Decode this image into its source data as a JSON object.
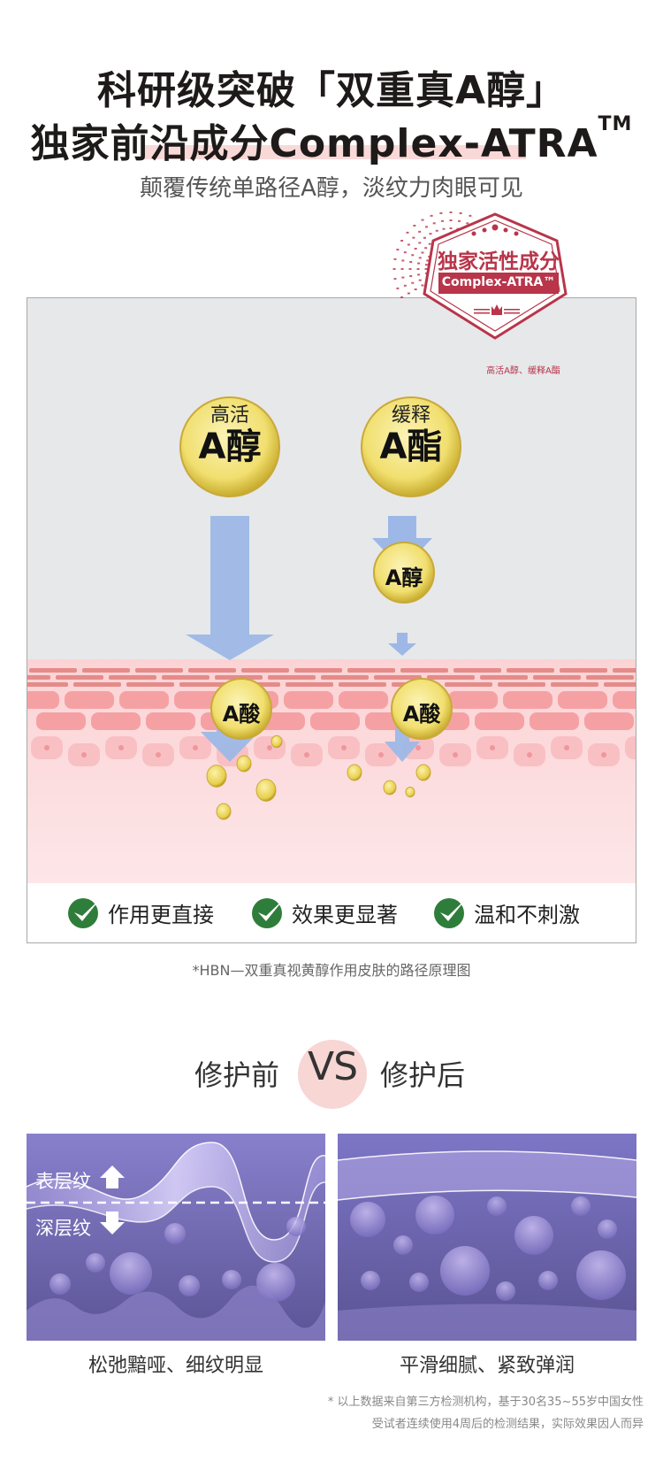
{
  "header": {
    "title_line1": "科研级突破「双重真A醇」",
    "title_line2_main": "独家前沿成分Complex-ATRA",
    "title_line2_tm": "TM",
    "subtitle": "颠覆传统单路径A醇，淡纹力肉眼可见"
  },
  "badge": {
    "title": "独家活性成分",
    "label": "Complex-ATRA™",
    "sub": "高活A醇、缓释A酯",
    "color": "#b8354a"
  },
  "diagram": {
    "ball_left": {
      "line1": "高活",
      "line2": "A醇"
    },
    "ball_right": {
      "line1": "缓释",
      "line2": "A酯"
    },
    "ball_mid_right": "A醇",
    "acid_left": "A酸",
    "acid_right": "A酸",
    "colors": {
      "arrow": "#9db8e6",
      "ball": "#f3e27a",
      "skin": "#f7b3b5",
      "bg": "#e7e8ea"
    }
  },
  "benefits": [
    {
      "label": "作用更直接",
      "icon": "check-circle-icon"
    },
    {
      "label": "效果更显著",
      "icon": "check-circle-icon"
    },
    {
      "label": "温和不刺激",
      "icon": "check-circle-icon"
    }
  ],
  "diagram_caption": "*HBN—双重真视黄醇作用皮肤的路径原理图",
  "compare": {
    "before": "修护前",
    "vs": "VS",
    "after": "修护后",
    "surface_label": "表层纹",
    "deep_label": "深层纹",
    "before_caption": "松弛黯哑、细纹明显",
    "after_caption": "平滑细腻、紧致弹润"
  },
  "footnote": {
    "line1": "* 以上数据来自第三方检测机构，基于30名35~55岁中国女性",
    "line2": "受试者连续使用4周后的检测结果，实际效果因人而异"
  }
}
